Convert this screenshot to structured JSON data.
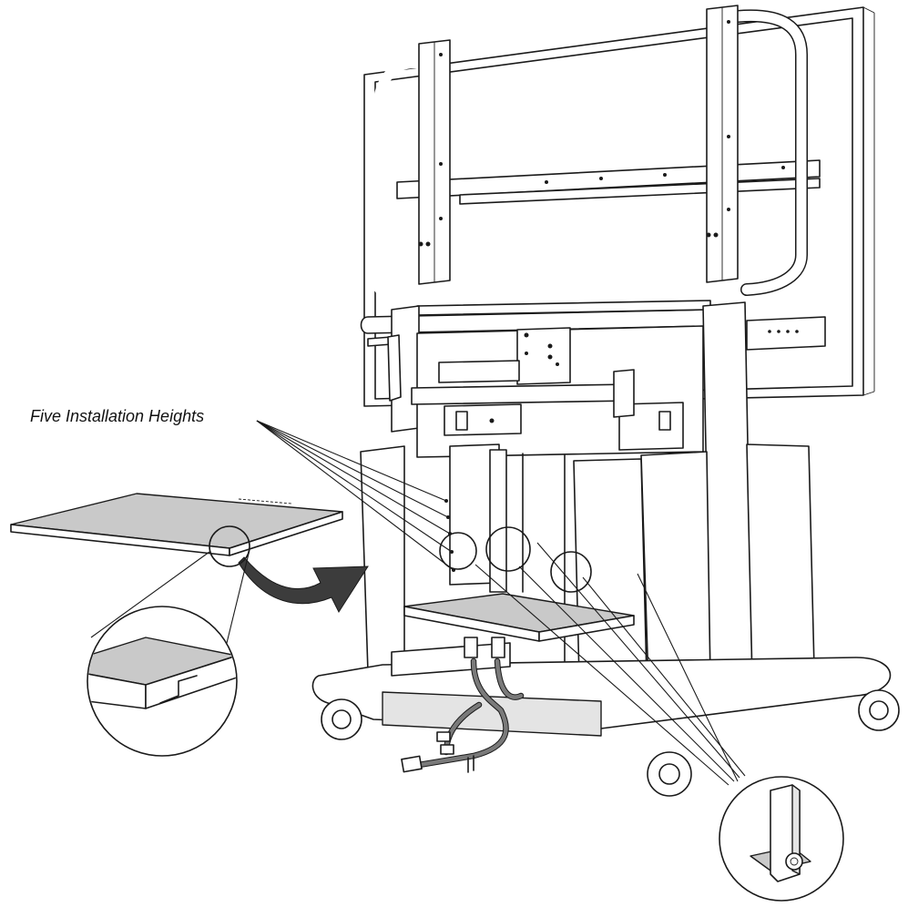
{
  "diagram": {
    "labels": {
      "installation_heights": "Five Installation Heights"
    },
    "icons": {
      "shelf": "shelf-panel",
      "arrow": "curved-arrow",
      "detail_edge": "shelf-edge-detail",
      "detail_bracket": "shelf-bracket-detail"
    },
    "colors": {
      "line": "#1a1a1a",
      "shelf_fill": "#c9c9c9",
      "arrow_fill": "#3c3c3c",
      "cable": "#7a7a7a"
    }
  }
}
